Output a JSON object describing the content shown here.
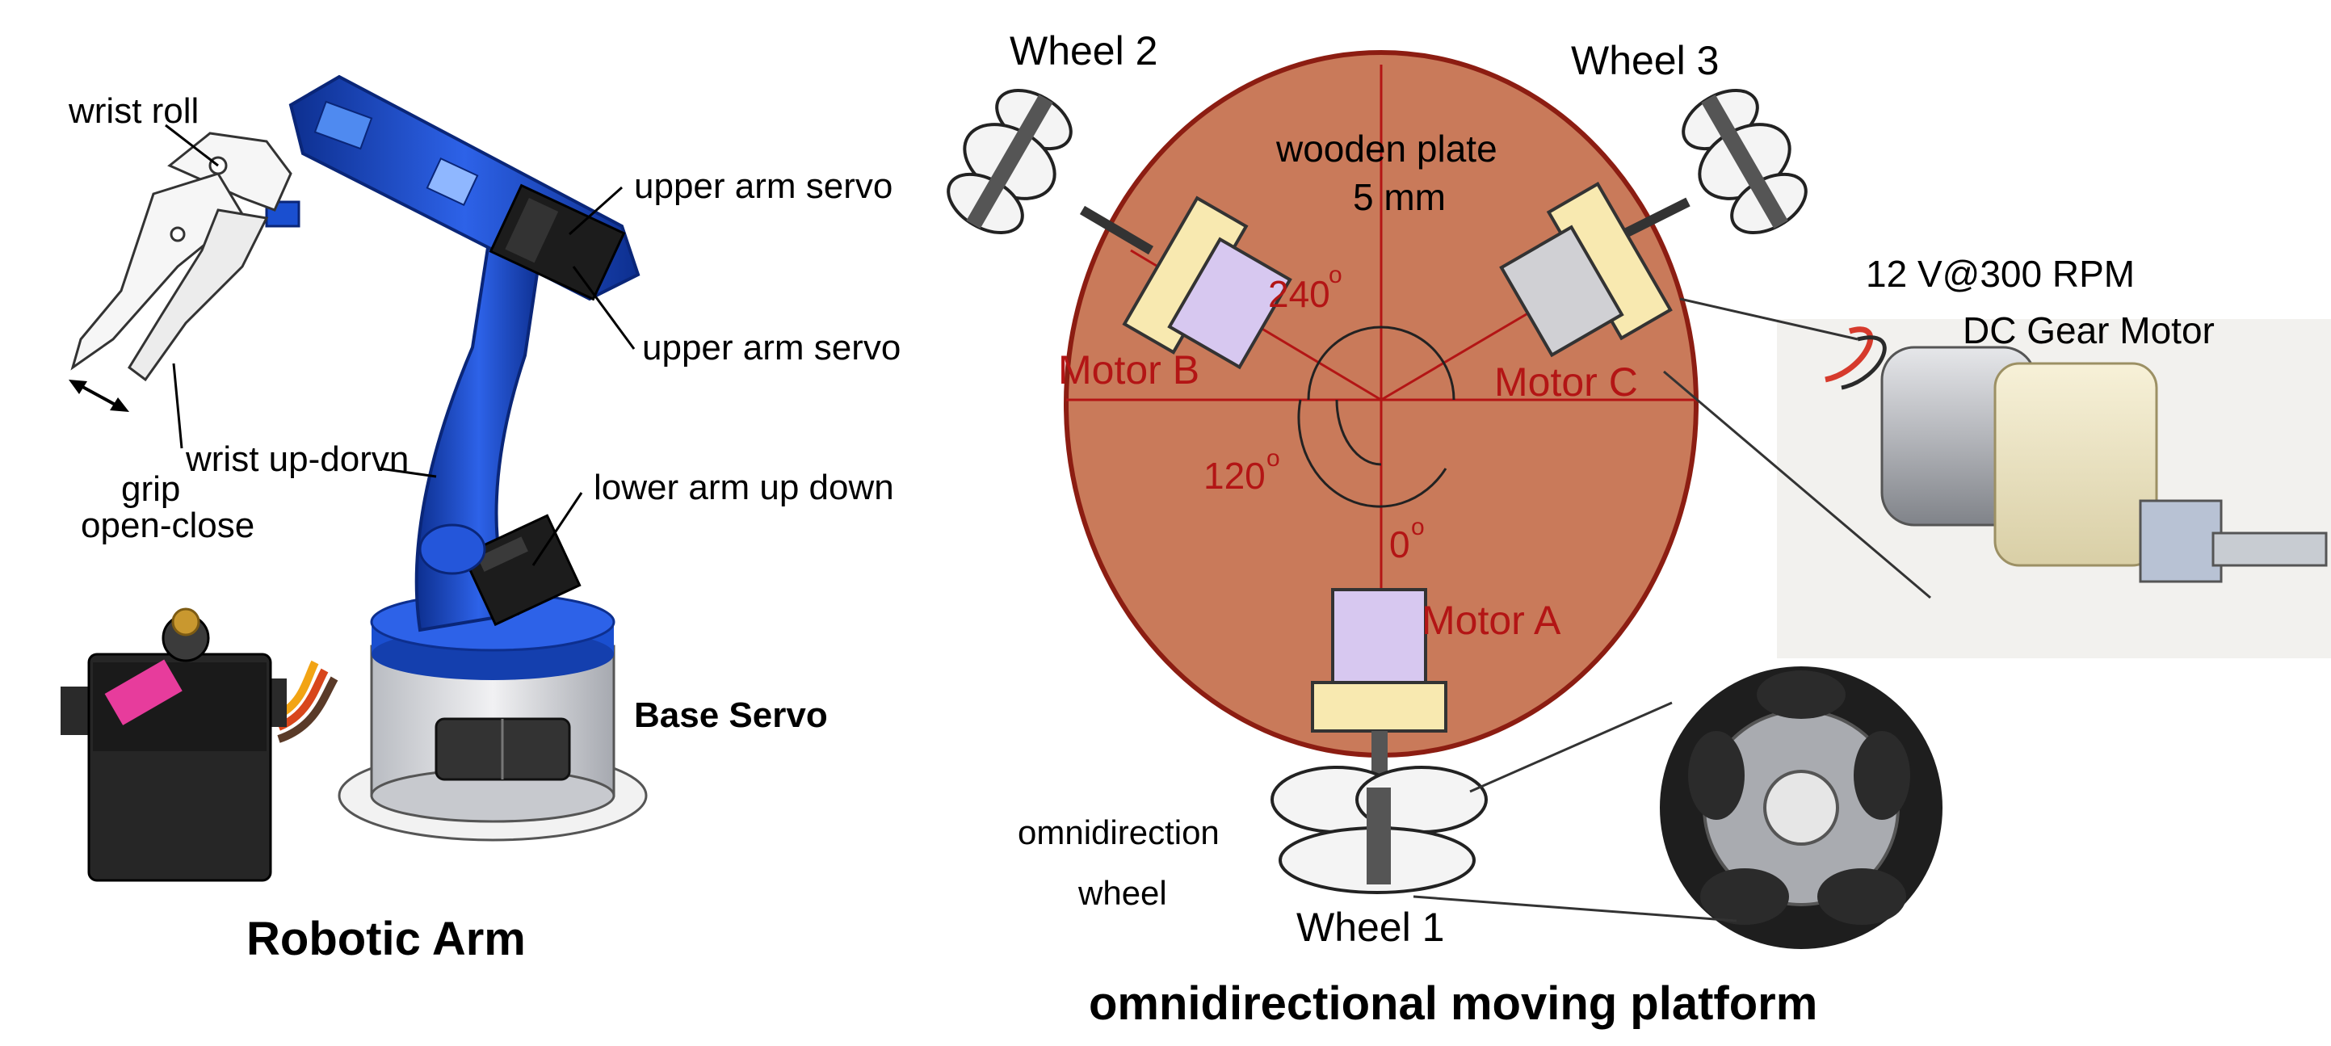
{
  "left_panel": {
    "labels": {
      "wrist_roll": "wrist roll",
      "upper_arm_servo_1": "upper arm servo",
      "upper_arm_servo_2": "upper arm servo",
      "wrist_up_down": "wrist up-dorvn",
      "lower_arm": "lower arm up down",
      "grip_line1": "grip",
      "grip_line2": "open-close",
      "base_servo": "Base Servo"
    },
    "caption": "Robotic Arm",
    "arm_color": "#1a4fd0"
  },
  "right_panel": {
    "wheel_2": "Wheel 2",
    "wheel_3": "Wheel 3",
    "wheel_1": "Wheel 1",
    "plate_line1": "wooden plate",
    "plate_line2": "5 mm",
    "angle_240": "240",
    "angle_120": "120",
    "angle_0": "0",
    "degree_symbol": "o",
    "motor_a": "Motor A",
    "motor_b": "Motor B",
    "motor_c": "Motor C",
    "motor_spec_1": "12 V@300 RPM",
    "motor_spec_2": "DC Gear Motor",
    "omni_label_1": "omnidirection",
    "omni_label_2": "wheel",
    "caption": "omnidirectional moving platform",
    "plate_color": "#c97a5a",
    "line_color": "#b31515",
    "motor_body_color": "#d7c8f0",
    "motor_mount_color": "#f8e9b0"
  }
}
